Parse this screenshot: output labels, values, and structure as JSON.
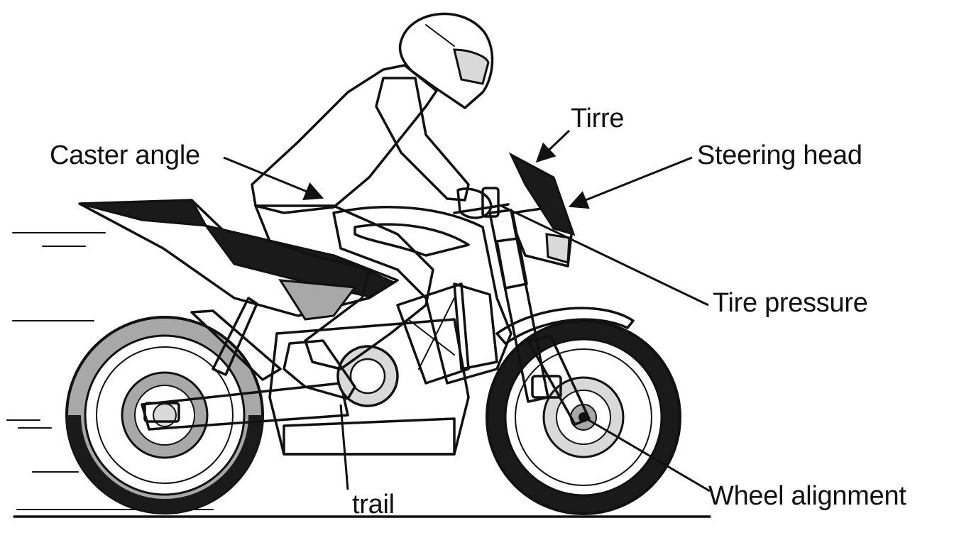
{
  "labels": {
    "caster_angle": "Caster angle",
    "tirre": "Tirre",
    "steering_head": "Steering head",
    "tire_pressure": "Tire pressure",
    "wheel_alignment": "Wheel alignment",
    "trail": "trail"
  },
  "colors": {
    "ink": "#111111",
    "light_gray": "#d9d9d9",
    "mid_gray": "#a8a8a8",
    "dark": "#1a1a1a",
    "background": "#ffffff"
  }
}
